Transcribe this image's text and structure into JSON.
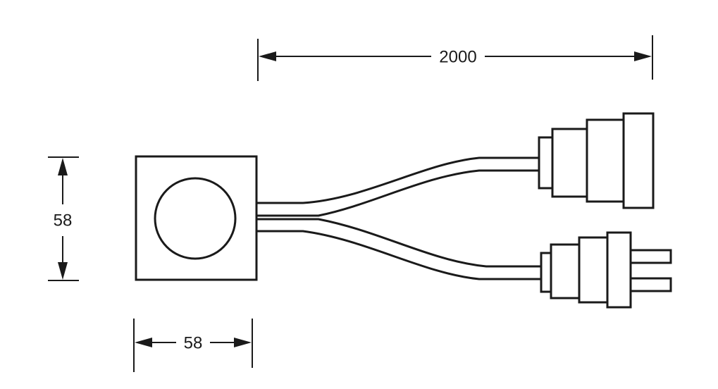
{
  "dimensions": {
    "cable_length": "2000",
    "box_height": "58",
    "box_width": "58"
  },
  "colors": {
    "line": "#1a1a1a",
    "background": "#ffffff"
  }
}
